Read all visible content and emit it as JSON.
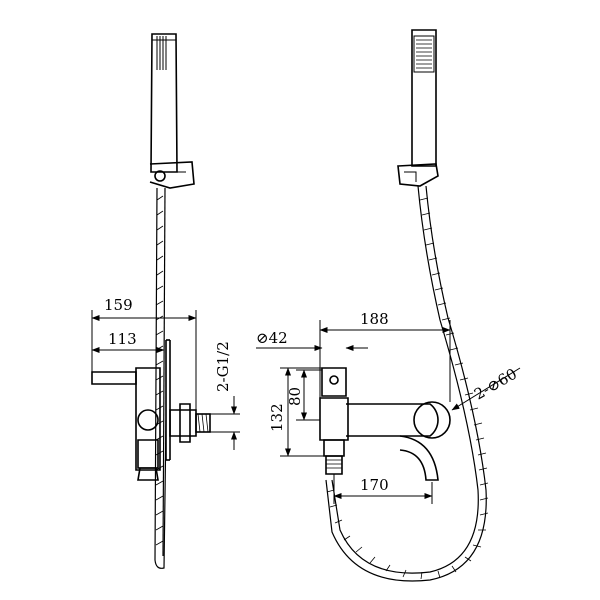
{
  "dimensions": {
    "left_width_overall": "159",
    "left_width_inner": "113",
    "thread": "2-G1/2",
    "square_size": "⊘42",
    "overall_width": "188",
    "total_height": "132",
    "body_height": "80",
    "spout_reach": "170",
    "cover_diameter": "2-⊘60"
  }
}
